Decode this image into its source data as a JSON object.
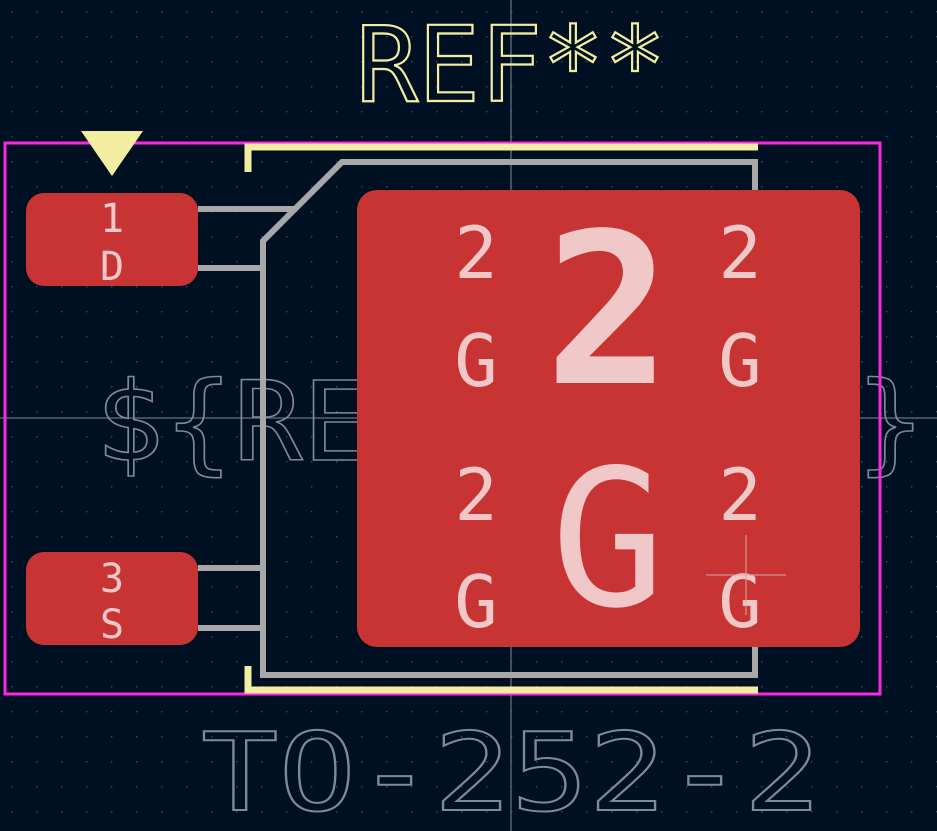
{
  "footprint": {
    "reference": "REF**",
    "value": "TO-252-2",
    "value_placeholder": "${REFERENCE}",
    "pads": [
      {
        "number": "1",
        "net": "D"
      },
      {
        "number": "3",
        "net": "S"
      },
      {
        "number": "2",
        "net": "G"
      }
    ],
    "paste_subpads": [
      {
        "number": "2",
        "net": "G"
      },
      {
        "number": "2",
        "net": "G"
      },
      {
        "number": "2",
        "net": "G"
      },
      {
        "number": "2",
        "net": "G"
      }
    ]
  },
  "colors": {
    "background": "#001023",
    "grid_dots": "#3a4b60",
    "axis": "#7f8a97",
    "courtyard": "#ff26e2",
    "silkscreen": "#f2eda1",
    "fab": "#a8a8a8",
    "pad": "#c83434",
    "pad_text": "#f0c8c8",
    "fab_text": "#7f8a97"
  },
  "icons": {
    "pin1_marker": "triangle-down-icon",
    "origin_marker": "crosshair-icon"
  }
}
